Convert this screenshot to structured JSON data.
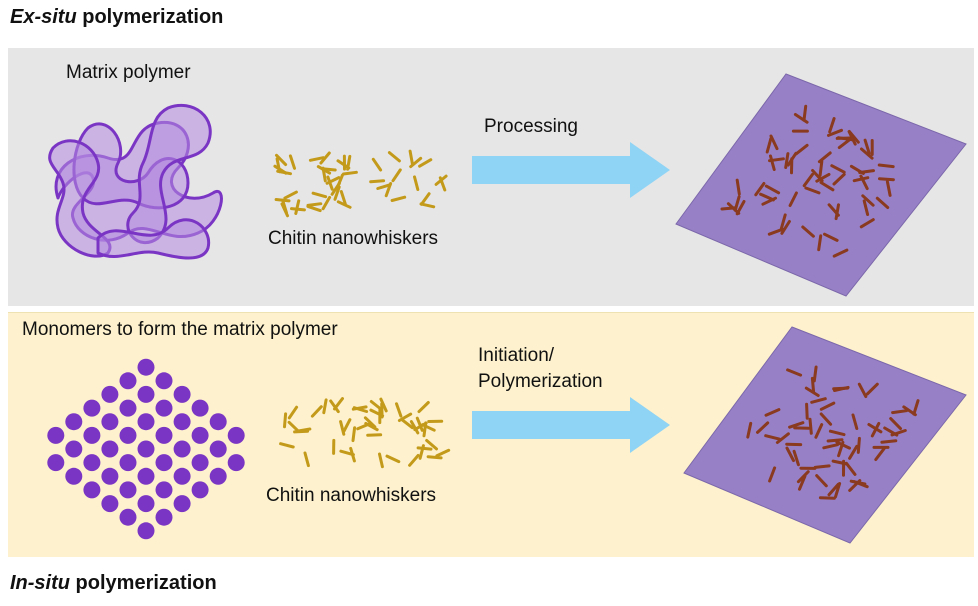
{
  "ex_situ": {
    "title_italic": "Ex-situ",
    "title_rest": " polymerization",
    "matrix_label": "Matrix polymer",
    "whiskers_label": "Chitin nanowhiskers",
    "arrow_label": "Processing"
  },
  "in_situ": {
    "title_italic": "In-situ",
    "title_rest": " polymerization",
    "monomers_label": "Monomers to form the matrix polymer",
    "whiskers_label": "Chitin nanowhiskers",
    "arrow_label": "Initiation/\nPolymerization"
  },
  "colors": {
    "top_panel": "#e6e6e6",
    "bottom_panel": "#fdf2cd",
    "polymer": "#7b35c4",
    "whisker": "#c49a1a",
    "arrow": "#8fd3f5",
    "film": "#9b84c9",
    "film_whisker": "#8a3a1e"
  }
}
